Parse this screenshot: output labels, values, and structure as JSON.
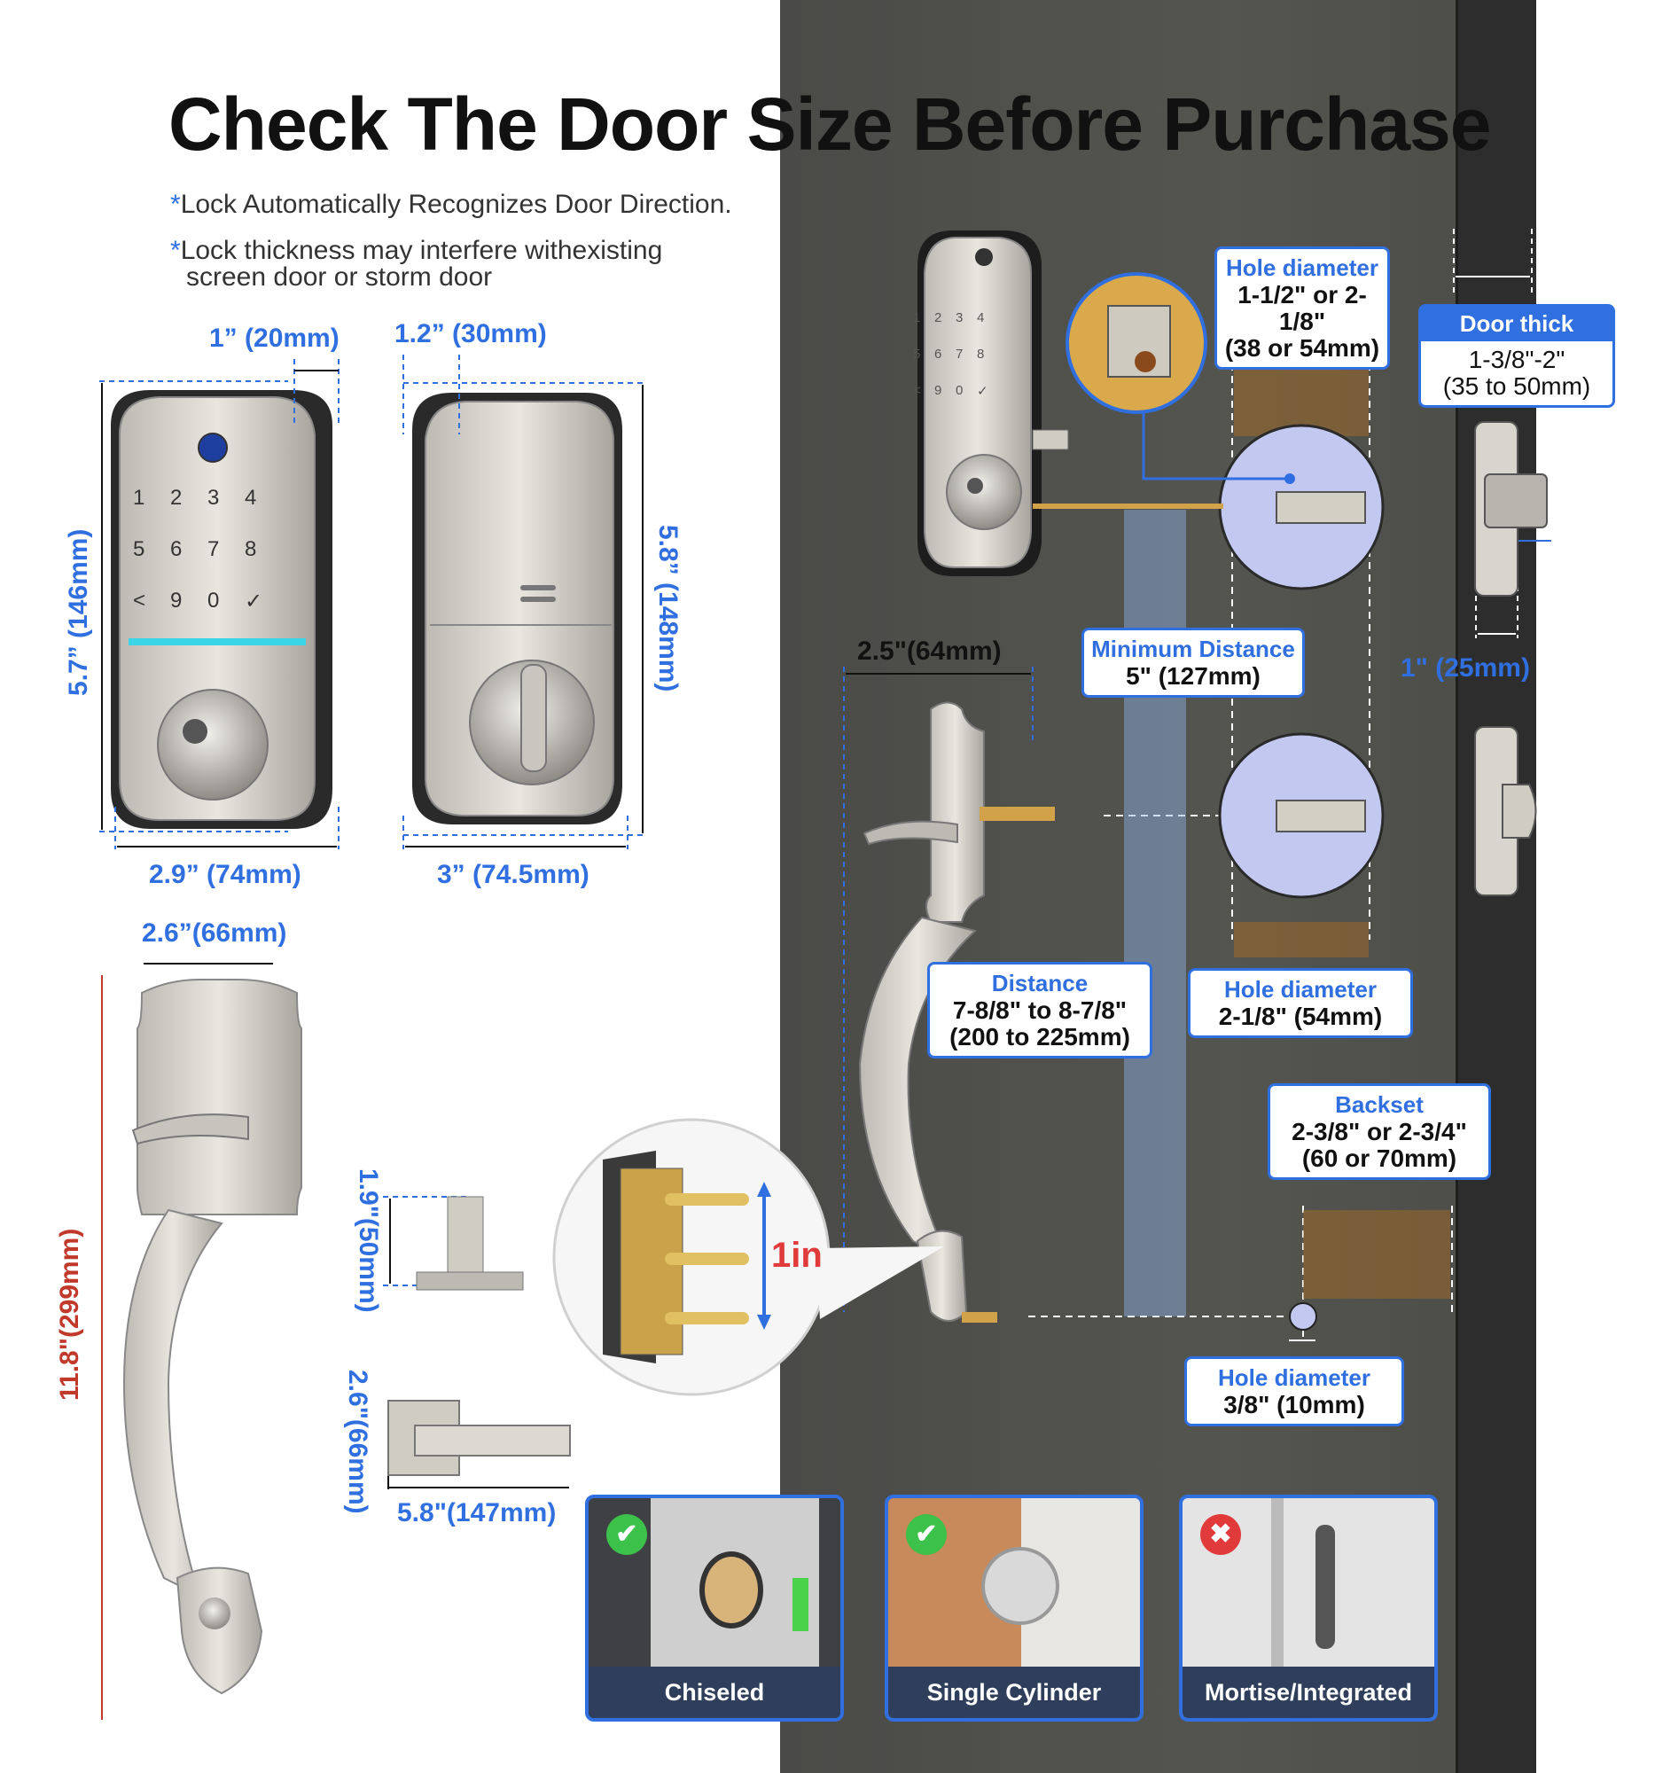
{
  "title": "Check The Door Size Before Purchase",
  "notes": {
    "note1_star": "*",
    "note1": "Lock Automatically Recognizes Door Direction.",
    "note2_star": "*",
    "note2_line1": "Lock thickness may interfere withexisting",
    "note2_line2": "screen door or storm door"
  },
  "keypad": {
    "keys": [
      "1",
      "2",
      "3",
      "4",
      "5",
      "6",
      "7",
      "8",
      "<",
      "9",
      "0",
      "✓"
    ]
  },
  "small_keypad": {
    "keys": [
      "1",
      "2",
      "3",
      "4",
      "5",
      "6",
      "7",
      "8",
      "<",
      "9",
      "0",
      "✓"
    ]
  },
  "lock_dimensions": {
    "front_depth": "1” (20mm)",
    "back_depth": "1.2” (30mm)",
    "front_height": "5.7” (146mm)",
    "back_height": "5.8” (148mm)",
    "front_width": "2.9” (74mm)",
    "back_width": "3” (74.5mm)"
  },
  "handle_dimensions": {
    "handle_width": "2.6”(66mm)",
    "handle_height": "11.8\"(299mm)",
    "spindle_height": "1.9\"(50mm)",
    "lever_height": "2.6\"(66mm)",
    "lever_width": "5.8\"(147mm)",
    "pin_spacing": "1in",
    "handle_depth": "2.5\"(64mm)"
  },
  "info_boxes": {
    "hole_top": {
      "heading": "Hole diameter",
      "line1": "1-1/2\" or 2-1/8\"",
      "line2": "(38 or 54mm)"
    },
    "door_thick": {
      "heading": "Door thick",
      "line1": "1-3/8\"-2\"",
      "line2": "(35 to 50mm)"
    },
    "min_distance": {
      "heading": "Minimum Distance",
      "line1": "5\" (127mm)"
    },
    "distance": {
      "heading": "Distance",
      "line1": "7-8/8\"  to 8-7/8\"",
      "line2": "(200 to 225mm)"
    },
    "hole_mid": {
      "heading": "Hole diameter",
      "line1": "2-1/8\" (54mm)"
    },
    "backset": {
      "heading": "Backset",
      "line1": "2-3/8\" or 2-3/4\"",
      "line2": "(60 or 70mm)"
    },
    "hole_small": {
      "heading": "Hole diameter",
      "line1": "3/8\" (10mm)"
    }
  },
  "latch_dimension": "1\" (25mm)",
  "door_types": [
    {
      "label": "Chiseled",
      "status": "✔",
      "ok": true
    },
    {
      "label": "Single Cylinder",
      "status": "✔",
      "ok": true
    },
    {
      "label": "Mortise/Integrated",
      "status": "✖",
      "ok": false
    }
  ],
  "colors": {
    "accent": "#2f6fe0",
    "dimension_red": "#c0392b",
    "door": "#4f4f4b",
    "ok_green": "#3cc24a",
    "no_red": "#e03a3a",
    "card_label_bg": "#2f3e5a"
  }
}
